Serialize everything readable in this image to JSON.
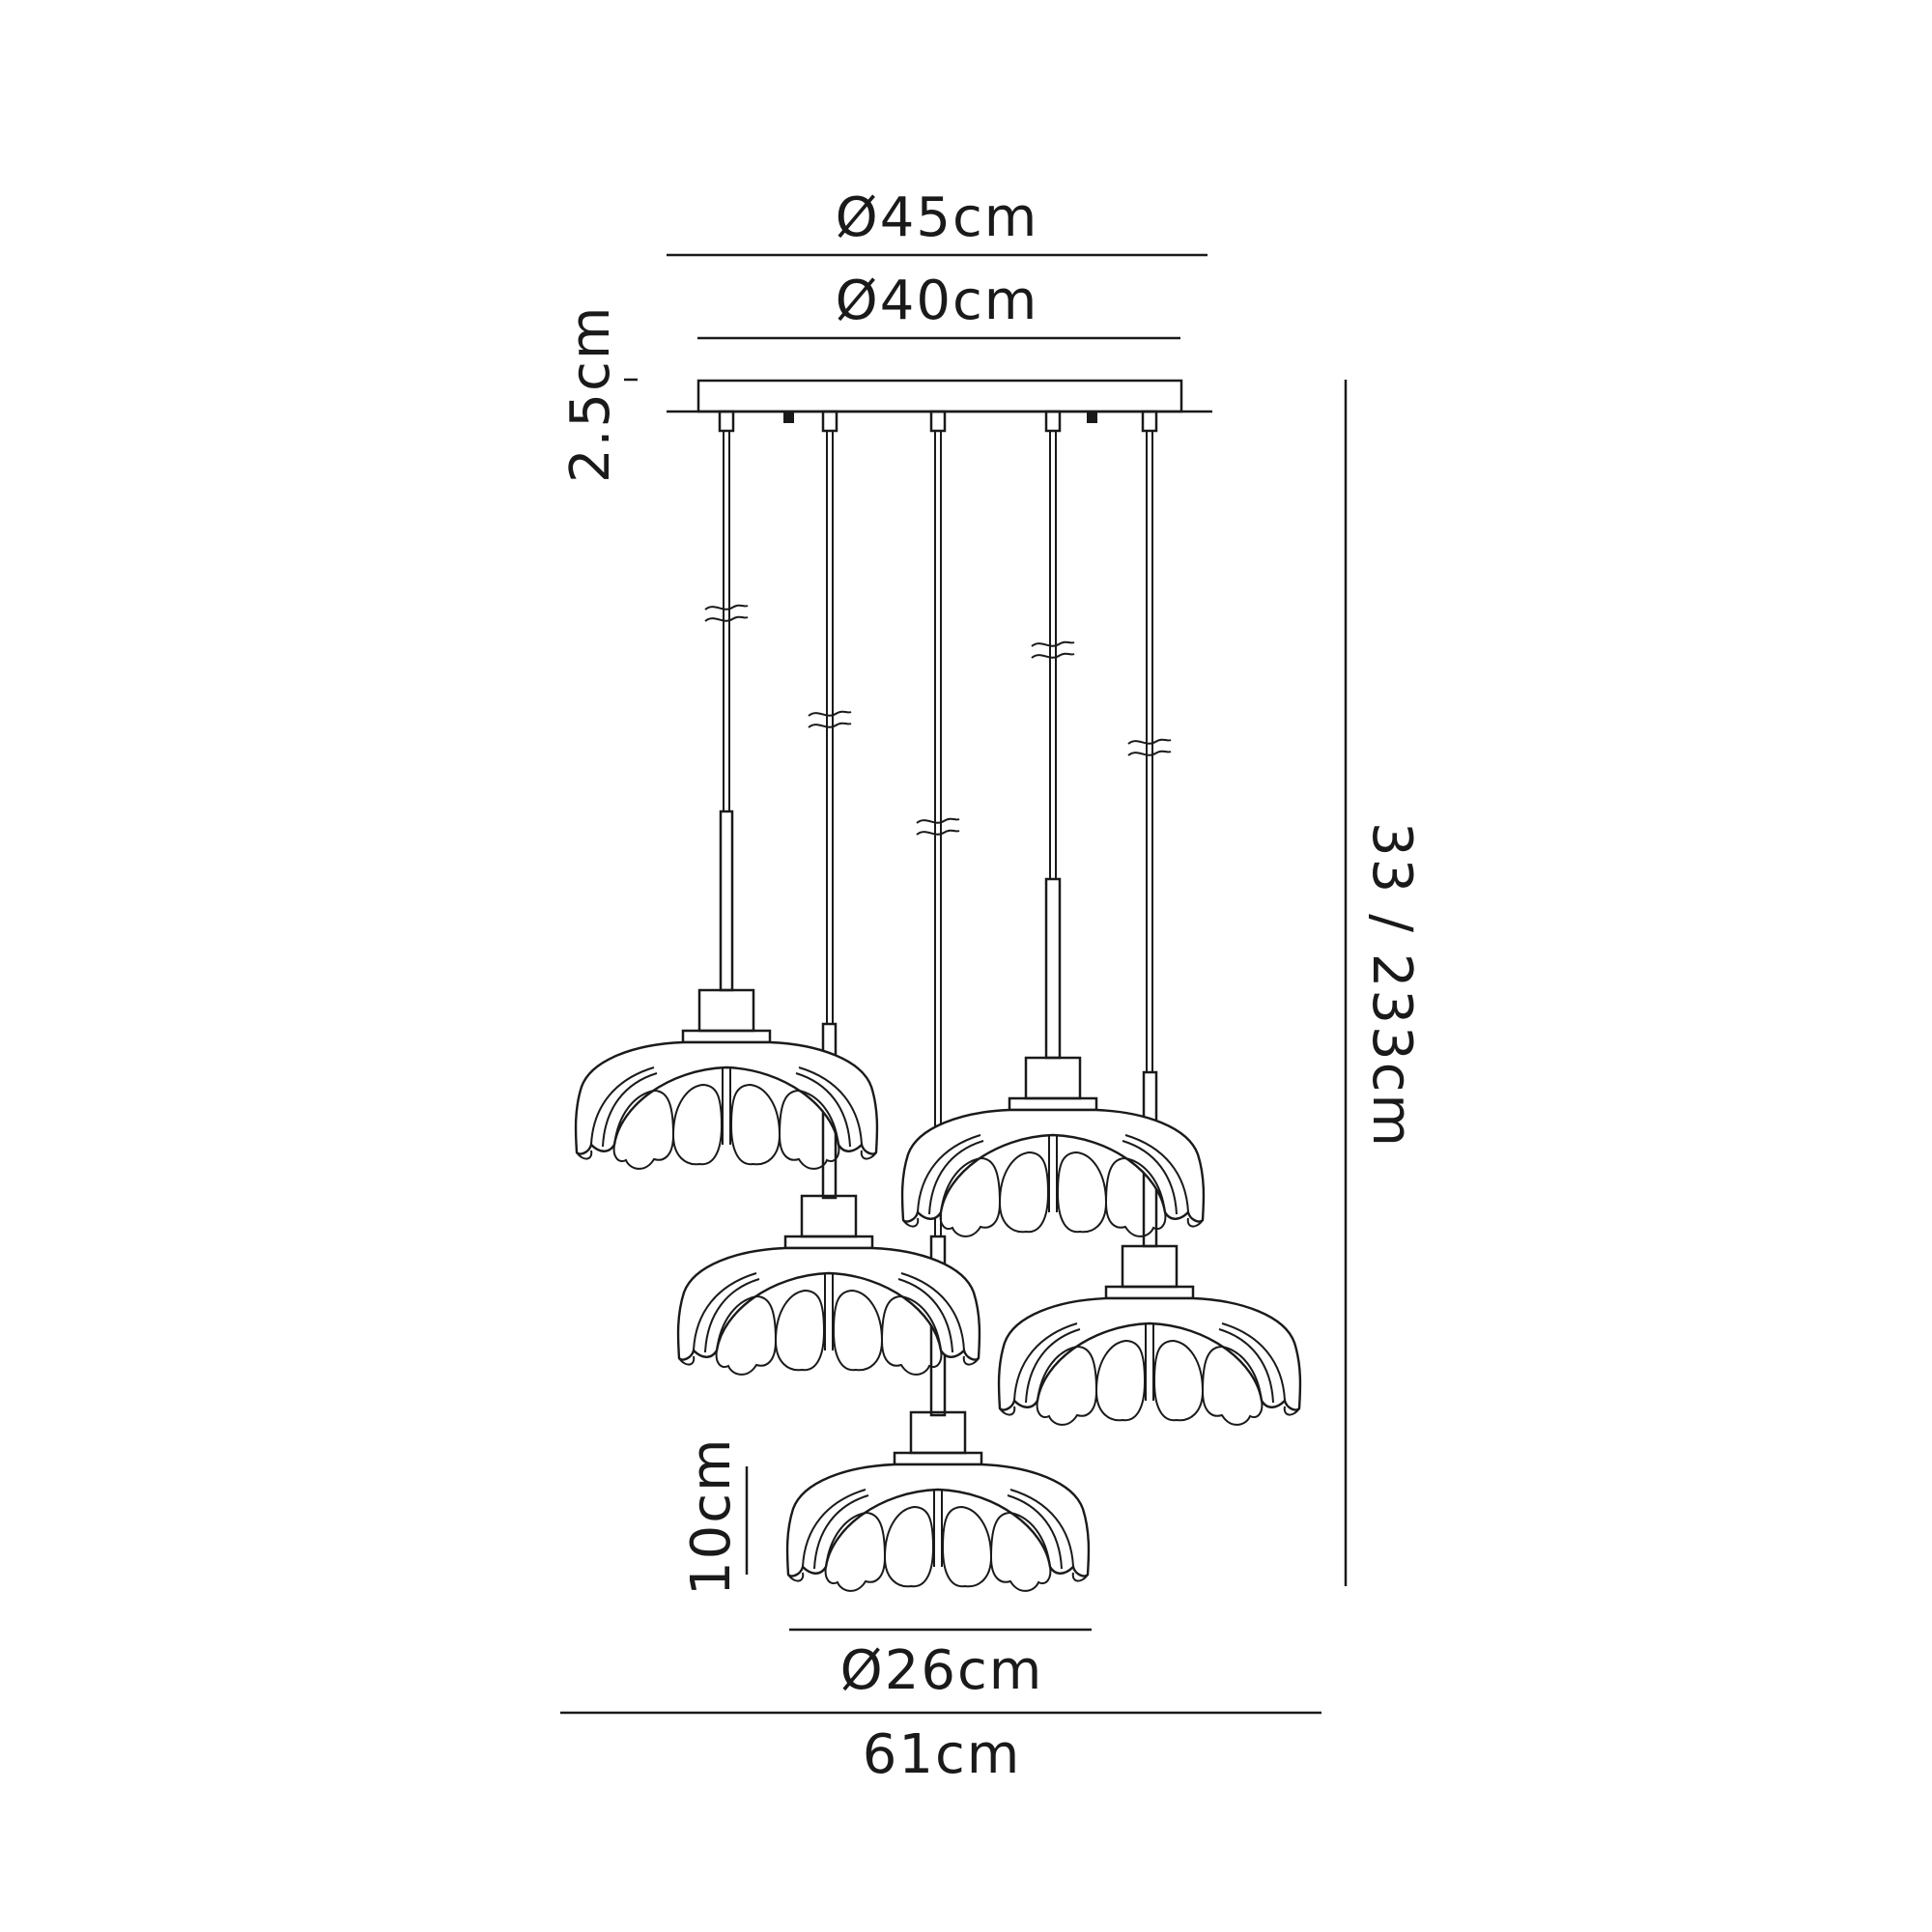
{
  "dimensions": {
    "canopy_outer": "Ø45cm",
    "canopy_inner": "Ø40cm",
    "canopy_height": "2.5cm",
    "overall_height": "33 / 233cm",
    "shade_height": "10cm",
    "shade_diameter": "Ø26cm",
    "overall_width": "61cm"
  }
}
